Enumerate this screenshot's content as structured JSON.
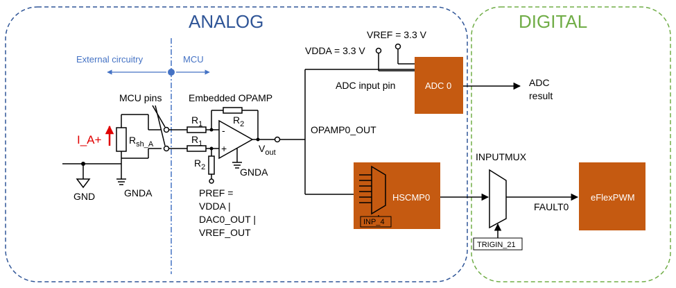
{
  "sections": {
    "analog": "ANALOG",
    "digital": "DIGITAL"
  },
  "boundary": {
    "external": "External circuitry",
    "mcu": "MCU"
  },
  "labels": {
    "mcu_pins": "MCU pins",
    "embedded_opamp": "Embedded OPAMP",
    "current_main": "I_A+",
    "rshunt_main": "R",
    "rshunt_sub": "sh_A",
    "r1_main": "R",
    "r1_sub": "1",
    "r2_main": "R",
    "r2_sub": "2",
    "vout_main": "V",
    "vout_sub": "out",
    "minus": "-",
    "plus": "+",
    "gnd": "GND",
    "gnda": "GNDA",
    "pref_lines": [
      "PREF =",
      "VDDA |",
      "DAC0_OUT |",
      "VREF_OUT"
    ],
    "vdda": "VDDA = 3.3 V",
    "vref": "VREF = 3.3 V",
    "adc_input_pin": "ADC input pin",
    "opamp0_out": "OPAMP0_OUT",
    "adc_result_lines": [
      "ADC",
      "result"
    ],
    "inputmux": "INPUTMUX",
    "fault0": "FAULT0",
    "trigin": "TRIGIN_21",
    "inp4": "INP_4"
  },
  "blocks": {
    "adc0": "ADC 0",
    "hscmp0": "HSCMP0",
    "eflexpwm": "eFlexPWM"
  },
  "colors": {
    "analog_border": "#2f5597",
    "digital_border": "#70ad47",
    "block_fill": "#c55a11",
    "boundary_line": "#4472c4",
    "current_arrow": "#e00000"
  }
}
